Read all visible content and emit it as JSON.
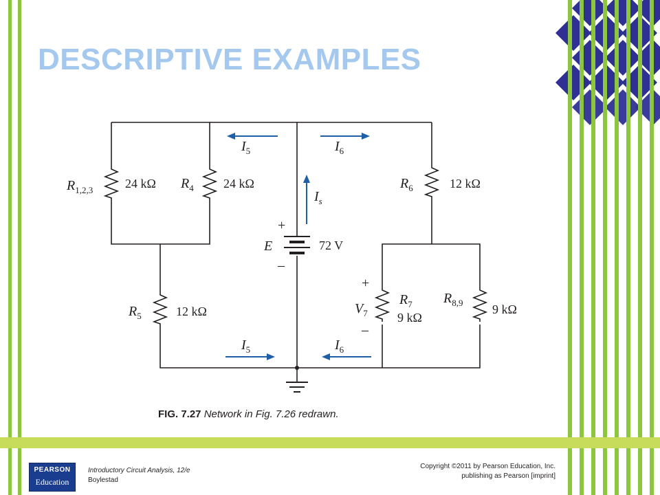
{
  "slide": {
    "title": "DESCRIPTIVE EXAMPLES",
    "caption_fig": "FIG. 7.27",
    "caption_text": "Network in Fig. 7.26 redrawn.",
    "book_title": "Introductory Circuit Analysis, 12/e",
    "book_author": "Boylestad",
    "copyright_line1": "Copyright ©2011 by Pearson Education, Inc.",
    "copyright_line2": "publishing as Pearson [imprint]",
    "logo_top": "PEARSON",
    "logo_bottom": "Education"
  },
  "colors": {
    "title": "#a4c8ee",
    "green_stripe": "#8cc63f",
    "navy_diamond": "#2e3192",
    "footer_band": "#c8dc5c",
    "wire_arrow": "#1f5fa8"
  },
  "circuit": {
    "r123_name": "R",
    "r123_sub": "1,2,3",
    "r123_value": "24 kΩ",
    "r4_name": "R",
    "r4_sub": "4",
    "r4_value": "24 kΩ",
    "r5_name": "R",
    "r5_sub": "5",
    "r5_value": "12 kΩ",
    "r6_name": "R",
    "r6_sub": "6",
    "r6_value": "12 kΩ",
    "r7_name": "R",
    "r7_sub": "7",
    "r7_value": "9 kΩ",
    "r89_name": "R",
    "r89_sub": "8,9",
    "r89_value": "9 kΩ",
    "source_name": "E",
    "source_value": "72 V",
    "plus": "+",
    "minus": "–",
    "i5_name": "I",
    "i5_sub": "5",
    "i6_name": "I",
    "i6_sub": "6",
    "is_name": "I",
    "is_sub": "s",
    "v7_name": "V",
    "v7_sub": "7"
  }
}
